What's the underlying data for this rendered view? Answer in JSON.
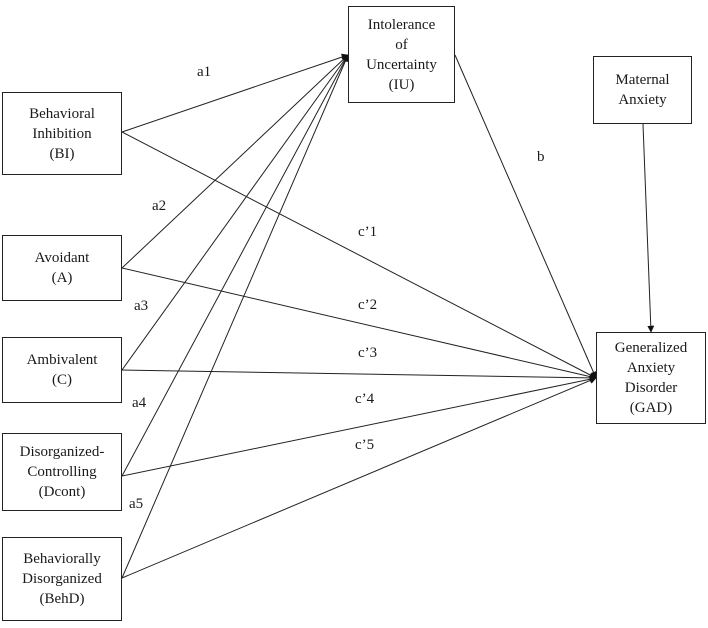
{
  "nodes": {
    "bi": {
      "lines": [
        "Behavioral",
        "Inhibition",
        "(BI)"
      ]
    },
    "a": {
      "lines": [
        "Avoidant",
        "(A)"
      ]
    },
    "c": {
      "lines": [
        "Ambivalent",
        "(C)"
      ]
    },
    "dcont": {
      "lines": [
        "Disorganized-",
        "Controlling",
        "(Dcont)"
      ]
    },
    "behd": {
      "lines": [
        "Behaviorally",
        "Disorganized",
        "(BehD)"
      ]
    },
    "iu": {
      "lines": [
        "Intolerance",
        "of",
        "Uncertainty",
        "(IU)"
      ]
    },
    "ma": {
      "lines": [
        "Maternal",
        "Anxiety"
      ]
    },
    "gad": {
      "lines": [
        "Generalized",
        "Anxiety",
        "Disorder",
        "(GAD)"
      ]
    }
  },
  "edges": {
    "a1": "a1",
    "a2": "a2",
    "a3": "a3",
    "a4": "a4",
    "a5": "a5",
    "b": "b",
    "c1": "c’1",
    "c2": "c’2",
    "c3": "c’3",
    "c4": "c’4",
    "c5": "c’5"
  }
}
